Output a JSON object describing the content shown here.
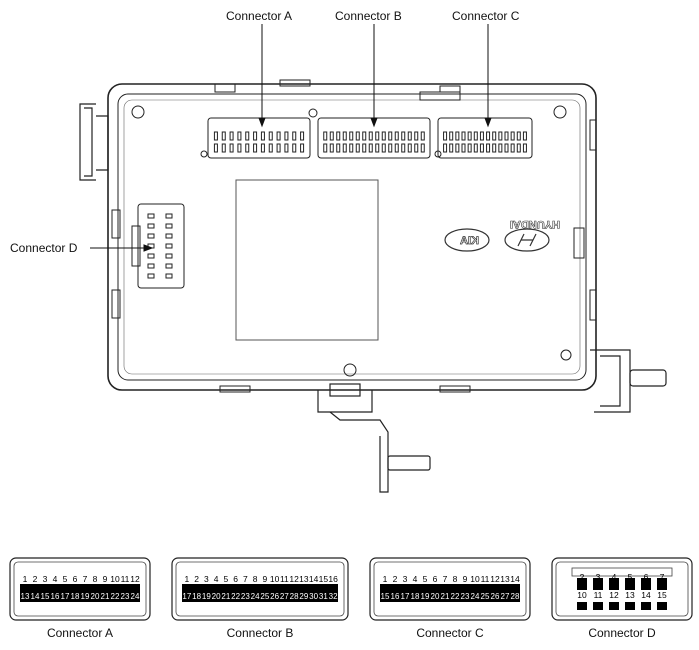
{
  "callouts": {
    "connector_a": "Connector A",
    "connector_b": "Connector B",
    "connector_c": "Connector C",
    "connector_d": "Connector D"
  },
  "module_logos": {
    "brand_text": "HYUNDAI",
    "kia_text": "KIA"
  },
  "pinouts": [
    {
      "caption": "Connector A",
      "top_pins": [
        "1",
        "2",
        "3",
        "4",
        "5",
        "6",
        "7",
        "8",
        "9",
        "10",
        "11",
        "12"
      ],
      "bottom_pins": [
        "13",
        "14",
        "15",
        "16",
        "17",
        "18",
        "19",
        "20",
        "21",
        "22",
        "23",
        "24"
      ]
    },
    {
      "caption": "Connector B",
      "top_pins": [
        "1",
        "2",
        "3",
        "4",
        "5",
        "6",
        "7",
        "8",
        "9",
        "10",
        "11",
        "12",
        "13",
        "14",
        "15",
        "16"
      ],
      "bottom_pins": [
        "17",
        "18",
        "19",
        "20",
        "21",
        "22",
        "23",
        "24",
        "25",
        "26",
        "27",
        "28",
        "29",
        "30",
        "31",
        "32"
      ]
    },
    {
      "caption": "Connector C",
      "top_pins": [
        "1",
        "2",
        "3",
        "4",
        "5",
        "6",
        "7",
        "8",
        "9",
        "10",
        "11",
        "12",
        "13",
        "14"
      ],
      "bottom_pins": [
        "15",
        "16",
        "17",
        "18",
        "19",
        "20",
        "21",
        "22",
        "23",
        "24",
        "25",
        "26",
        "27",
        "28"
      ]
    },
    {
      "caption": "Connector D",
      "top_pins": [
        "2",
        "3",
        "4",
        "5",
        "6",
        "7"
      ],
      "bottom_pins": [
        "10",
        "11",
        "12",
        "13",
        "14",
        "15"
      ]
    }
  ]
}
